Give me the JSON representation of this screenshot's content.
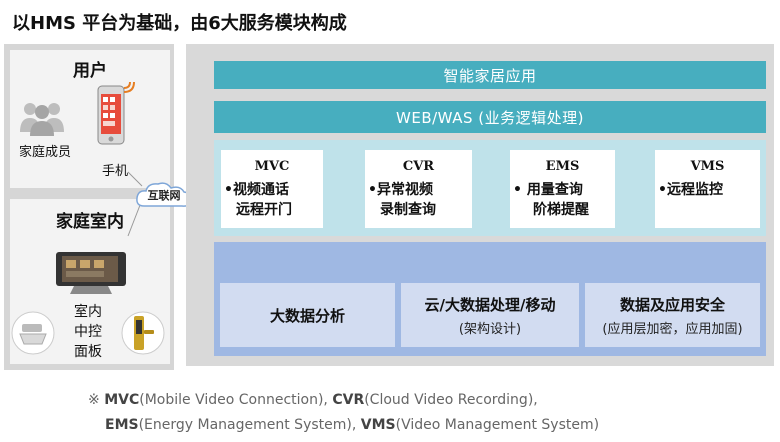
{
  "title": "以HMS 平台为基础，由6大服务模块构成",
  "left_panel": {
    "user_title": "用户",
    "family_label": "家庭成员",
    "phone_label": "手机",
    "home_title": "家庭室内",
    "panel_label_lines": [
      "室内",
      "中控",
      "面板"
    ],
    "cloud_label": "互联网"
  },
  "right_panel": {
    "app_bar": "智能家居应用",
    "web_bar": "WEB/WAS (业务逻辑处理)",
    "services": [
      {
        "name": "MVC",
        "lines": [
          "•视频通话",
          "远程开门"
        ]
      },
      {
        "name": "CVR",
        "lines": [
          "•异常视频",
          "录制查询"
        ]
      },
      {
        "name": "EMS",
        "lines": [
          "• 用量查询",
          "阶梯提醒"
        ]
      },
      {
        "name": "VMS",
        "lines": [
          "•远程监控"
        ]
      }
    ],
    "platform": [
      {
        "title": "大数据分析",
        "sub": ""
      },
      {
        "title": "云/大数据处理/移动",
        "sub": "(架构设计)"
      },
      {
        "title": "数据及应用安全",
        "sub": "(应用层加密，应用加固)"
      }
    ]
  },
  "footnote": {
    "mark": "※",
    "items": [
      {
        "abbr": "MVC",
        "full": "(Mobile Video Connection),"
      },
      {
        "abbr": "CVR",
        "full": "(Cloud Video Recording),"
      },
      {
        "abbr": "EMS",
        "full": "(Energy Management System),"
      },
      {
        "abbr": "VMS",
        "full": "(Video Management System)"
      }
    ]
  },
  "colors": {
    "teal_bar": "#47aebf",
    "service_band": "#bfe2ea",
    "platform_band": "#9fb8e3",
    "platform_box": "#d2dcf1"
  }
}
